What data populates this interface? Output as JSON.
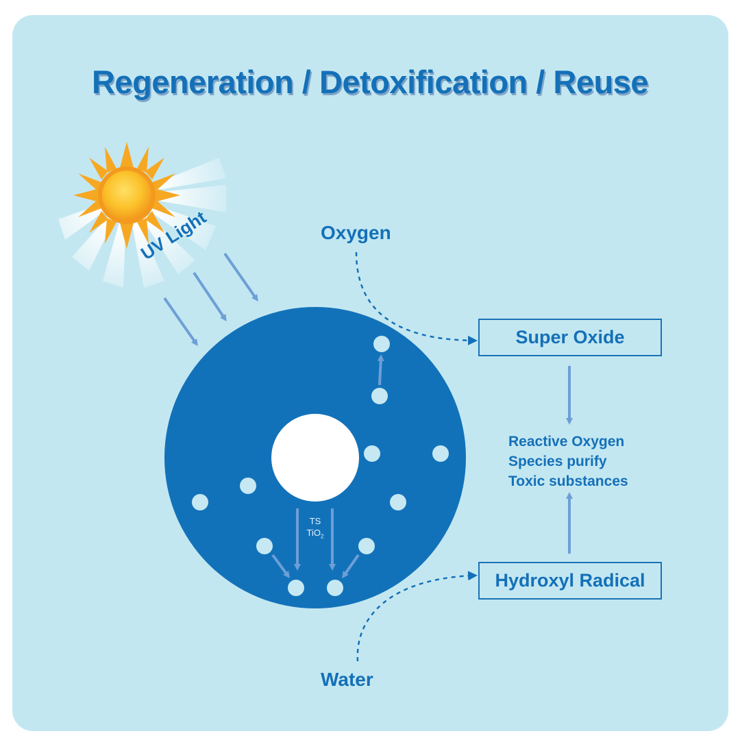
{
  "title": "Regeneration / Detoxification / Reuse",
  "labels": {
    "uv_light": "UV Light",
    "oxygen": "Oxygen",
    "water": "Water",
    "catalyst_line1": "TS",
    "catalyst_line2": "TiO",
    "catalyst_subscript": "2"
  },
  "boxes": {
    "super_oxide": "Super Oxide",
    "hydroxyl_radical": "Hydroxyl Radical"
  },
  "reactive_text": [
    "Reactive Oxygen",
    "Species purify",
    "Toxic substances"
  ],
  "colors": {
    "background": "#c3e7f1",
    "primary": "#1470b8",
    "disc": "#1272b9",
    "arrow": "#6d9fd6",
    "particle": "#c6e8f2"
  },
  "icons": [
    "sun-icon"
  ]
}
